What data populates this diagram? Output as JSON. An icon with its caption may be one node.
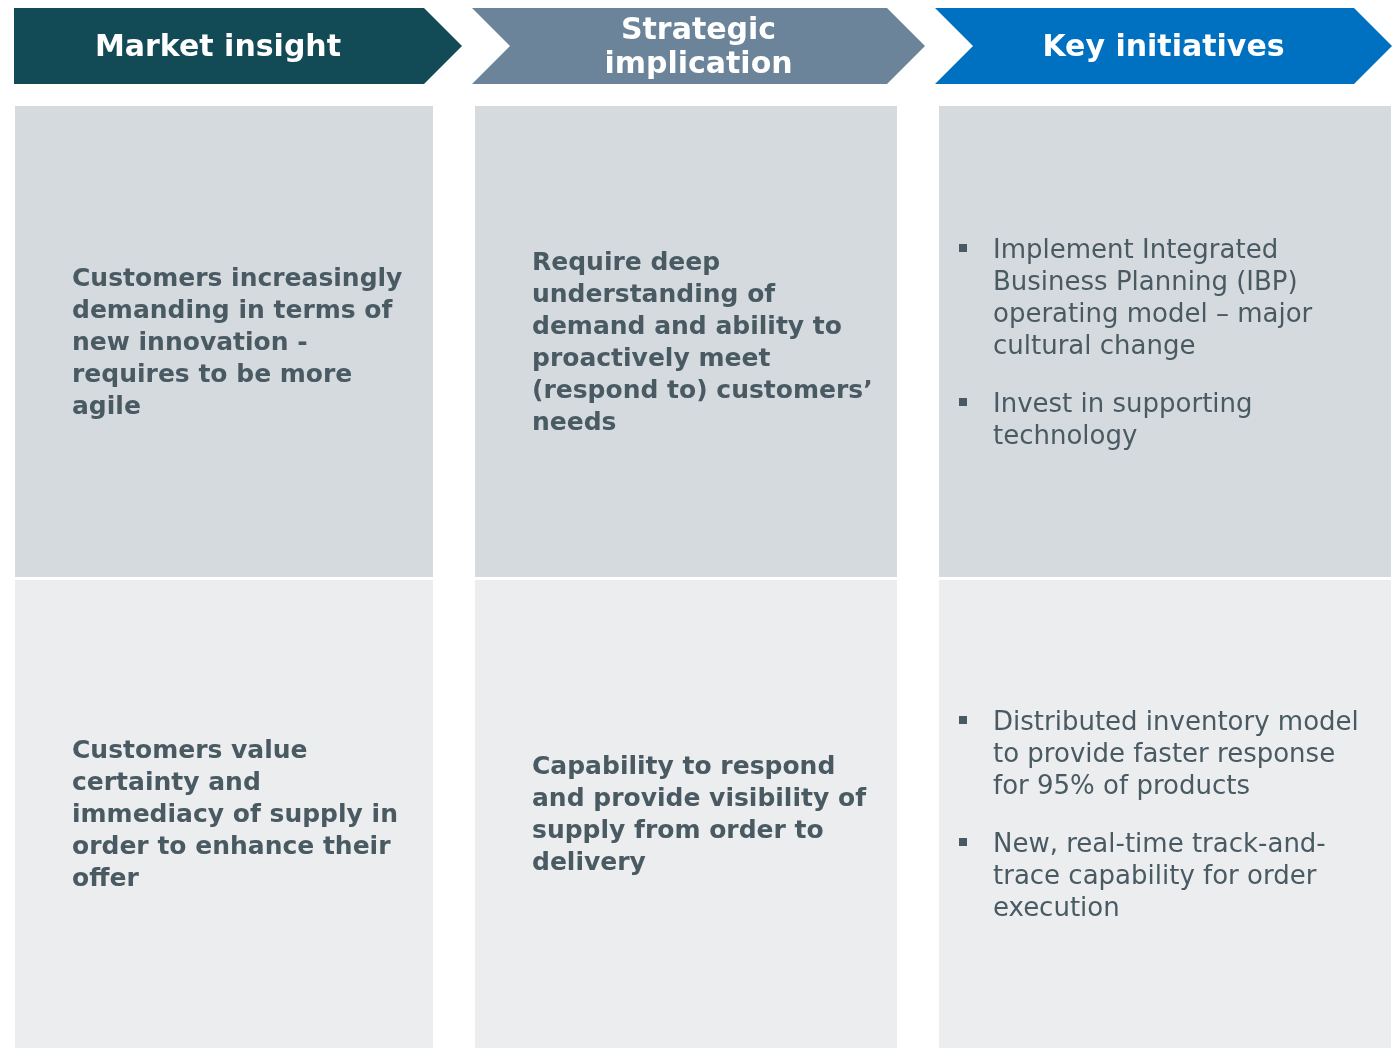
{
  "diagram": {
    "nodes": [
      {
        "text": [
          "Market insight"
        ]
      },
      {
        "text": [
          "Strategic implication"
        ]
      },
      {
        "text": [
          "Key initiatives"
        ]
      },
      {
        "text": [
          "Customers increasingly demanding in terms of new innovation - requires to be more agile"
        ]
      },
      {
        "text": [
          "Require deep understanding of demand and ability to proactively meet (respond to) customers’ needs"
        ]
      },
      {
        "text": [
          "Implement Integrated Business Planning (IBP) operating model – major cultural change",
          "Invest in supporting technology"
        ]
      },
      {
        "text": [
          "Customers value certainty and immediacy of supply in order to enhance their offer"
        ]
      },
      {
        "text": [
          "Capability to respond and provide visibility of supply from order to delivery"
        ]
      },
      {
        "text": [
          "Distributed inventory model to provide faster response for 95% of products",
          "New, real-time track-and-trace capability for order execution"
        ]
      }
    ]
  }
}
